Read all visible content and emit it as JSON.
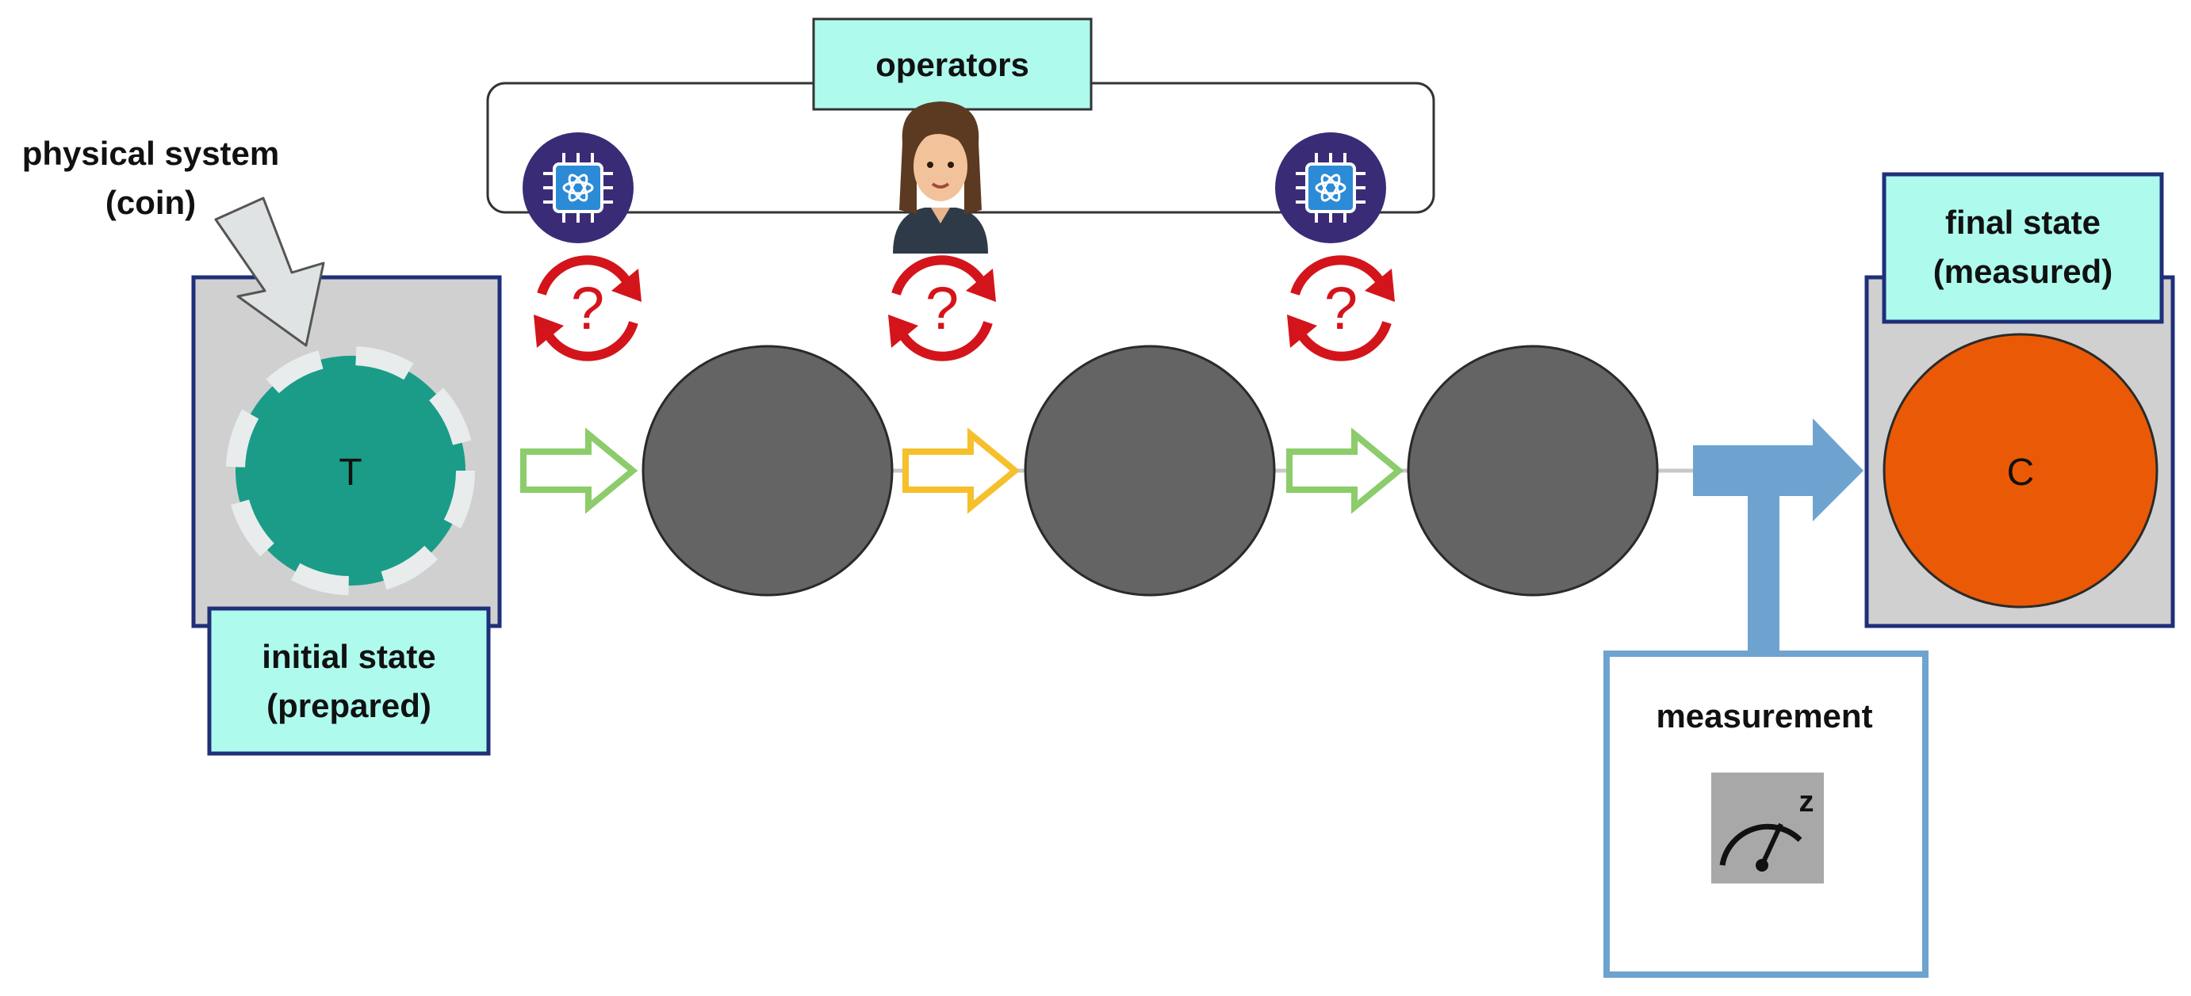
{
  "labels": {
    "operators": "operators",
    "physical_system_line1": "physical system",
    "physical_system_line2": "(coin)",
    "initial_state_line1": "initial state",
    "initial_state_line2": "(prepared)",
    "final_state_line1": "final state",
    "final_state_line2": "(measured)",
    "measurement": "measurement"
  },
  "coin_initial": {
    "face": "T",
    "color": "#1a9c88"
  },
  "coin_final": {
    "face": "C",
    "color": "#ea5a06"
  },
  "unknown_symbol": "?",
  "meter_axis": "z",
  "operators": [
    "quantum-chip-icon",
    "person-avatar-icon",
    "quantum-chip-icon"
  ],
  "colors": {
    "label_box_fill": "#aefbee",
    "label_box_border": "#1f2f7a",
    "state_box_fill": "#d0d0d0",
    "hidden_state_fill": "#646464",
    "arrow_green": "#8ccc6b",
    "arrow_yellow": "#f5c02c",
    "measurement_blue": "#6ea3cf",
    "rotate_red": "#d4141b"
  }
}
